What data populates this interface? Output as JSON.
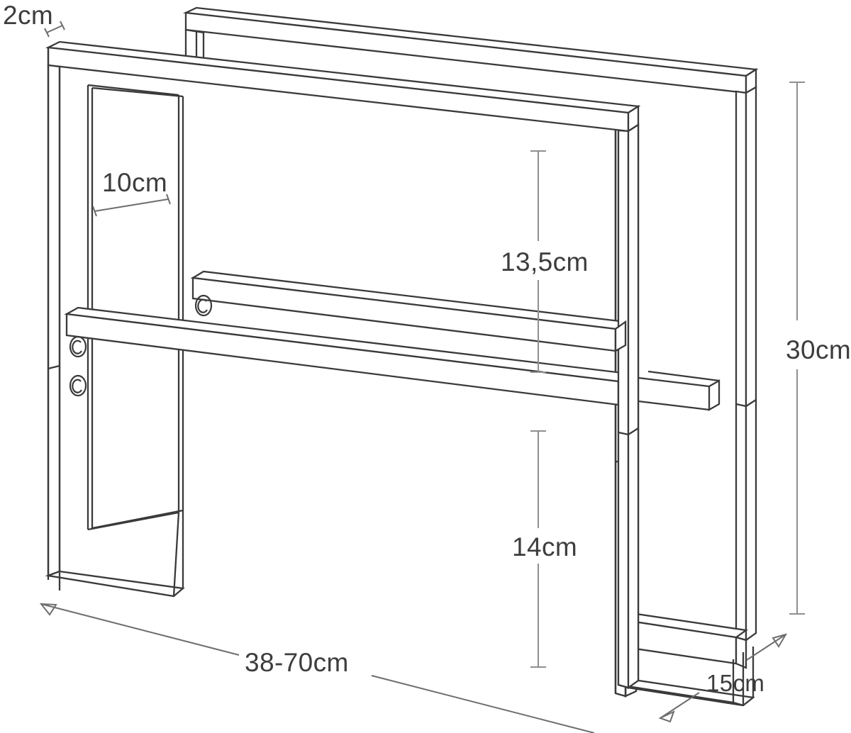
{
  "drawing": {
    "type": "isometric-technical-line-drawing",
    "subject": "expandable two-tier shelf rack",
    "background_color": "#ffffff",
    "line_color": "#3a3a3a",
    "dimension_line_color": "#8a8a8a",
    "label_color": "#3d3d3d"
  },
  "dimensions": {
    "depth_top": {
      "label": "2cm",
      "description": "bar thickness at top left"
    },
    "left_inner_width": {
      "label": "10cm",
      "description": "inner width of left side frame"
    },
    "upper_shelf_gap": {
      "label": "13,5cm",
      "description": "clearance between top rail and upper shelf"
    },
    "lower_shelf_gap": {
      "label": "14cm",
      "description": "clearance between lower shelf and floor"
    },
    "total_height": {
      "label": "30cm",
      "description": "overall height at right side"
    },
    "total_width": {
      "label": "38-70cm",
      "description": "adjustable overall width at bottom"
    },
    "total_depth": {
      "label": "15cm",
      "description": "overall depth at bottom right"
    }
  },
  "labels": [
    {
      "id": "depth-top",
      "text": "2cm"
    },
    {
      "id": "left-inner-width",
      "text": "10cm"
    },
    {
      "id": "upper-shelf-gap",
      "text": "13,5cm"
    },
    {
      "id": "lower-shelf-gap",
      "text": "14cm"
    },
    {
      "id": "total-height",
      "text": "30cm"
    },
    {
      "id": "total-width",
      "text": "38-70cm"
    },
    {
      "id": "total-depth",
      "text": "15cm"
    }
  ]
}
